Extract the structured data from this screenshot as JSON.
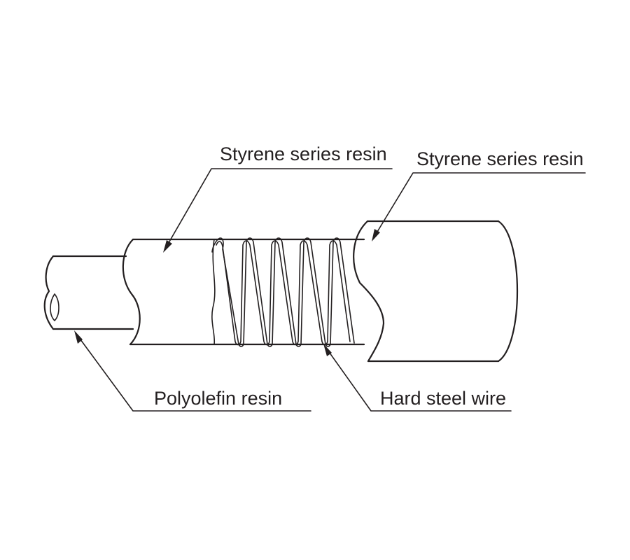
{
  "labels": {
    "inner_jacket": "Styrene series resin",
    "outer_jacket": "Styrene series resin",
    "core": "Polyolefin resin",
    "wire": "Hard steel wire"
  }
}
